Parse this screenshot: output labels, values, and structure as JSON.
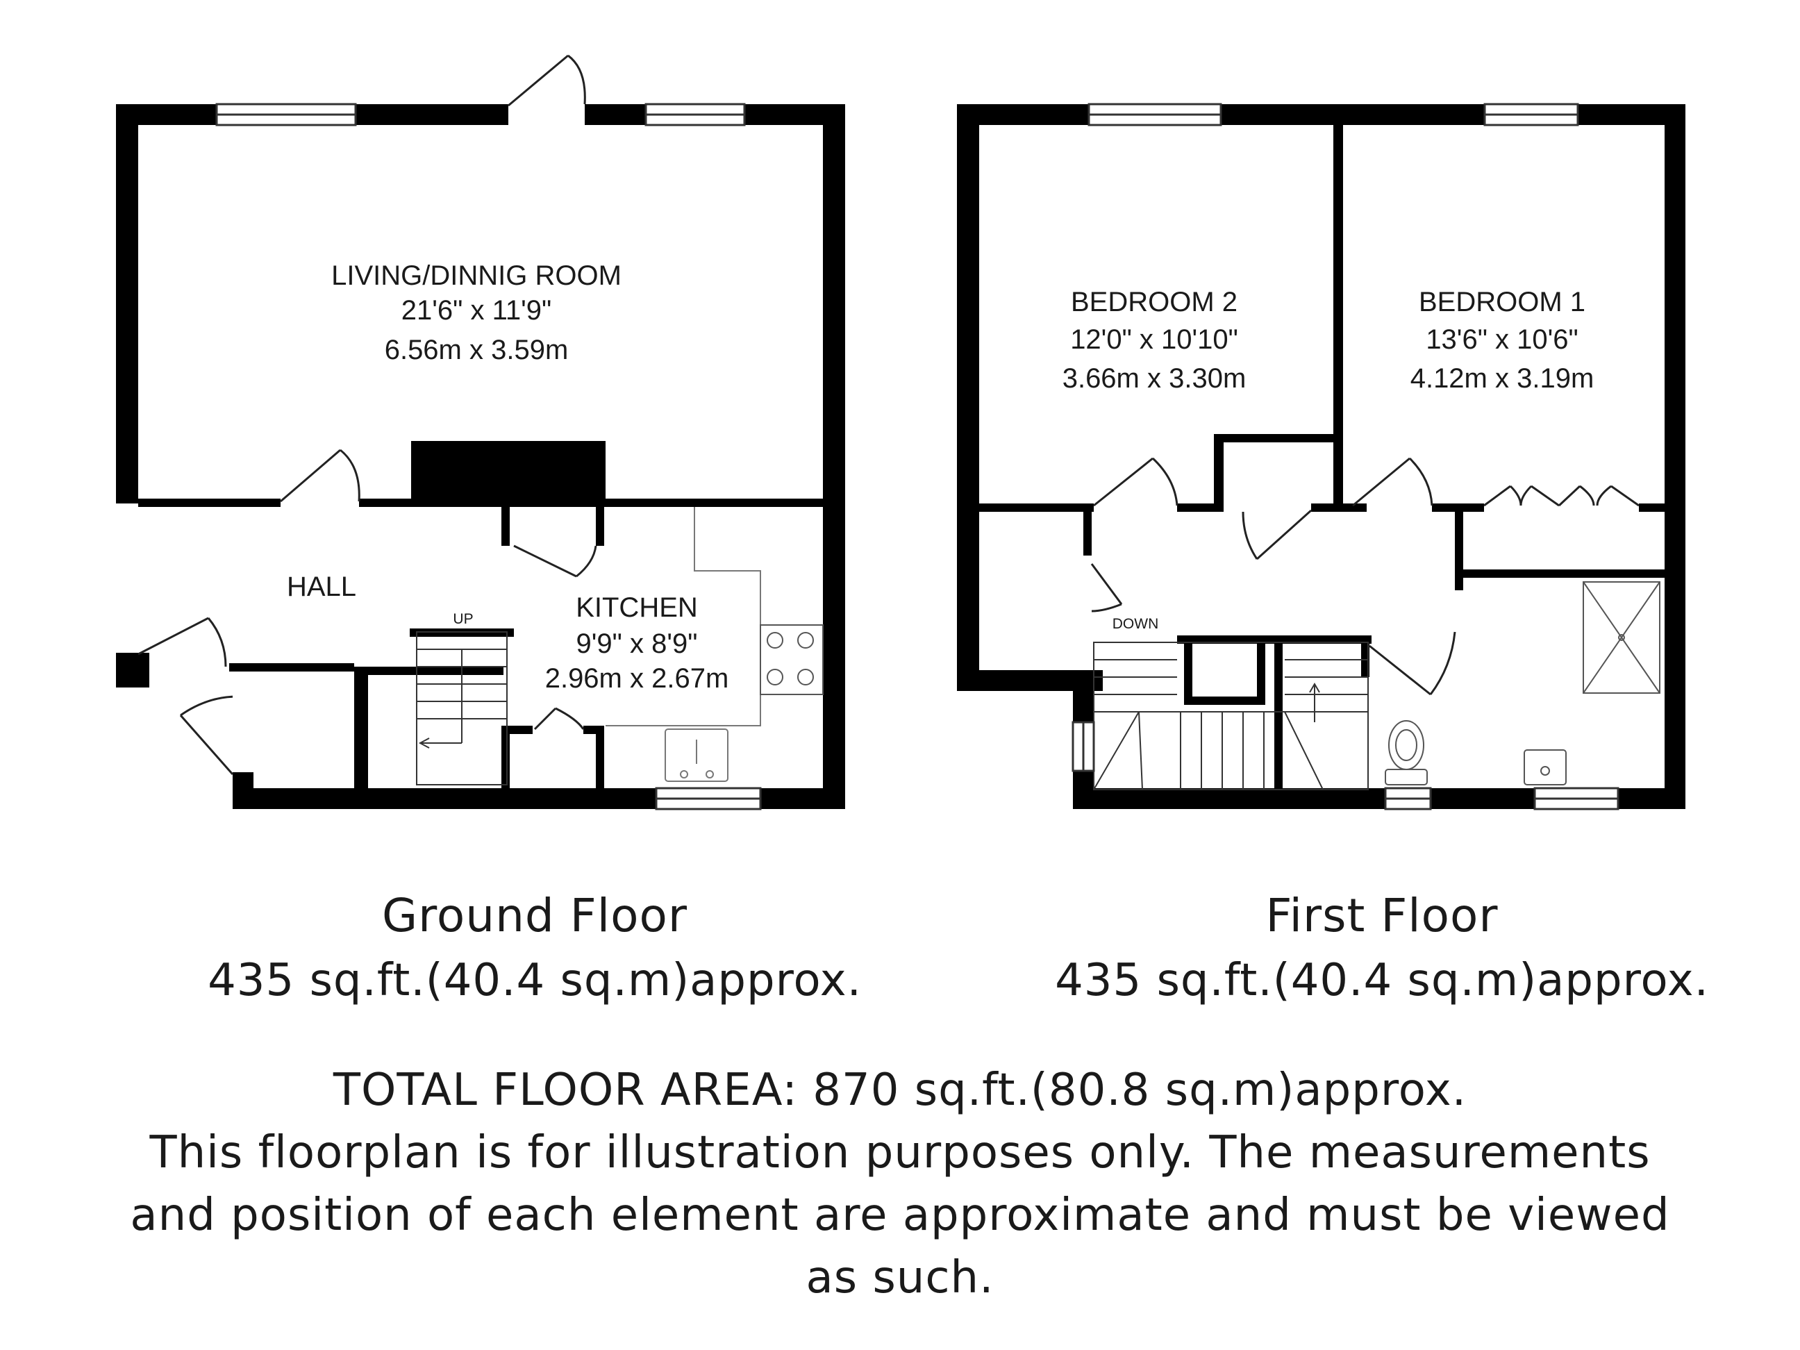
{
  "ground_floor": {
    "rooms": {
      "living": {
        "name": "LIVING/DINNIG ROOM",
        "imperial": "21'6\" x 11'9\"",
        "metric": "6.56m x 3.59m"
      },
      "hall": {
        "name": "HALL"
      },
      "kitchen": {
        "name": "KITCHEN",
        "imperial": "9'9\" x 8'9\"",
        "metric": "2.96m x 2.67m"
      }
    },
    "stairs_label": "UP",
    "title": "Ground Floor",
    "area": "435 sq.ft.(40.4 sq.m)approx."
  },
  "first_floor": {
    "rooms": {
      "bedroom2": {
        "name": "BEDROOM 2",
        "imperial": "12'0\" x 10'10\"",
        "metric": "3.66m x 3.30m"
      },
      "bedroom1": {
        "name": "BEDROOM 1",
        "imperial": "13'6\" x 10'6\"",
        "metric": "4.12m x 3.19m"
      }
    },
    "stairs_label": "DOWN",
    "title": "First Floor",
    "area": "435 sq.ft.(40.4 sq.m)approx."
  },
  "footer": {
    "total": "TOTAL FLOOR AREA: 870 sq.ft.(80.8 sq.m)approx.",
    "line1": "This floorplan is for illustration purposes only. The measurements",
    "line2": "and position of each element are approximate and must be viewed",
    "line3": "as such."
  },
  "colors": {
    "wall": "#000000",
    "thin_line": "#333333",
    "text": "#1a1a1a"
  }
}
